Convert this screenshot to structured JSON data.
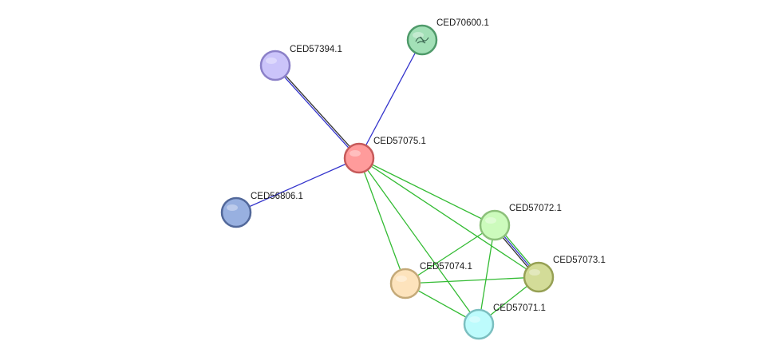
{
  "nodes": [
    {
      "id": "n_center",
      "label": "CED57075.1",
      "fill": "#ff9b9b",
      "stroke": "#c65a5a"
    },
    {
      "id": "n_394",
      "label": "CED57394.1",
      "fill": "#cbc4fa",
      "stroke": "#8b80c8"
    },
    {
      "id": "n_600",
      "label": "CED70600.1",
      "fill": "#a3e0b7",
      "stroke": "#4f9a6a"
    },
    {
      "id": "n_806",
      "label": "CED56806.1",
      "fill": "#98b0e0",
      "stroke": "#52689a"
    },
    {
      "id": "n_072",
      "label": "CED57072.1",
      "fill": "#ccfbbc",
      "stroke": "#8cc07a"
    },
    {
      "id": "n_073",
      "label": "CED57073.1",
      "fill": "#d3dc98",
      "stroke": "#96a054"
    },
    {
      "id": "n_074",
      "label": "CED57074.1",
      "fill": "#fde3bc",
      "stroke": "#c4a978"
    },
    {
      "id": "n_071",
      "label": "CED57071.1",
      "fill": "#bdfbfc",
      "stroke": "#7bbfc0"
    }
  ],
  "edges": [
    {
      "from": "n_center",
      "to": "n_394",
      "colors": [
        "#3333cc",
        "#333333"
      ]
    },
    {
      "from": "n_center",
      "to": "n_600",
      "colors": [
        "#3333cc"
      ]
    },
    {
      "from": "n_center",
      "to": "n_806",
      "colors": [
        "#3333cc"
      ]
    },
    {
      "from": "n_center",
      "to": "n_072",
      "colors": [
        "#33bb33"
      ]
    },
    {
      "from": "n_center",
      "to": "n_073",
      "colors": [
        "#33bb33"
      ]
    },
    {
      "from": "n_center",
      "to": "n_074",
      "colors": [
        "#33bb33"
      ]
    },
    {
      "from": "n_center",
      "to": "n_071",
      "colors": [
        "#33bb33"
      ]
    },
    {
      "from": "n_072",
      "to": "n_073",
      "colors": [
        "#33bb33",
        "#3333cc",
        "#333333"
      ]
    },
    {
      "from": "n_072",
      "to": "n_074",
      "colors": [
        "#33bb33"
      ]
    },
    {
      "from": "n_072",
      "to": "n_071",
      "colors": [
        "#33bb33"
      ]
    },
    {
      "from": "n_074",
      "to": "n_073",
      "colors": [
        "#33bb33"
      ]
    },
    {
      "from": "n_074",
      "to": "n_071",
      "colors": [
        "#33bb33"
      ]
    },
    {
      "from": "n_071",
      "to": "n_073",
      "colors": [
        "#33bb33"
      ]
    }
  ]
}
